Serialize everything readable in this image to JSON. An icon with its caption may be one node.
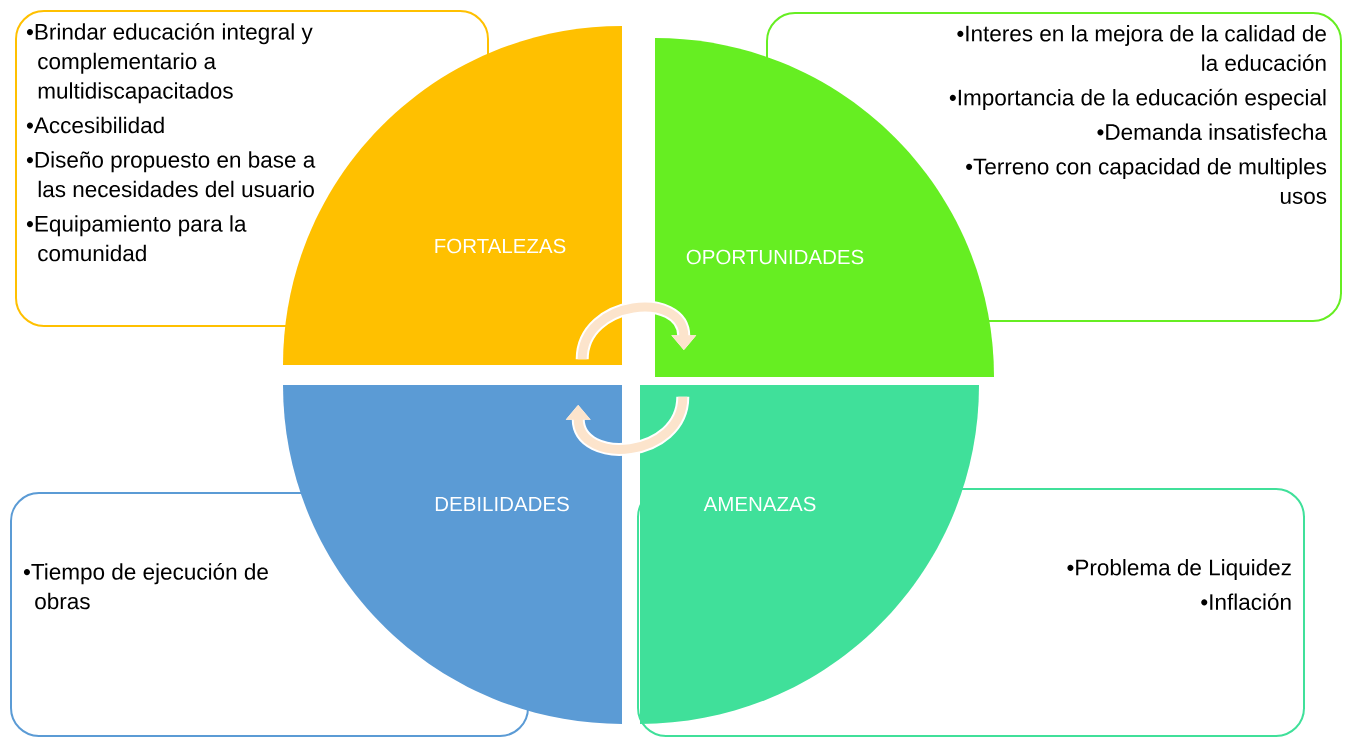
{
  "diagram": {
    "nodes": [
      {
        "text": [
          "FORTALEZAS"
        ]
      },
      {
        "text": [
          "OPORTUNIDADES"
        ]
      },
      {
        "text": [
          "DEBILIDADES"
        ]
      },
      {
        "text": [
          "AMENAZAS"
        ]
      },
      {
        "text": [
          "•Brindar educación integral y complementario a multidiscapacitados",
          "•Accesibilidad",
          "•Diseño propuesto en base a las necesidades del usuario",
          "•Equipamiento para la comunidad"
        ]
      },
      {
        "text": [
          "•Interes en la mejora de la calidad de la educación",
          "•Importancia de la educación especial",
          "•Demanda insatisfecha",
          "•Terreno con capacidad de multiples usos"
        ]
      },
      {
        "text": [
          "•Tiempo de ejecución de obras"
        ]
      },
      {
        "text": [
          "•Problema de Liquidez",
          "•Inflación"
        ]
      }
    ],
    "edges": [
      {
        "from": 0,
        "to": 1,
        "arrow": "to"
      },
      {
        "from": 3,
        "to": 2,
        "arrow": "to"
      }
    ]
  }
}
